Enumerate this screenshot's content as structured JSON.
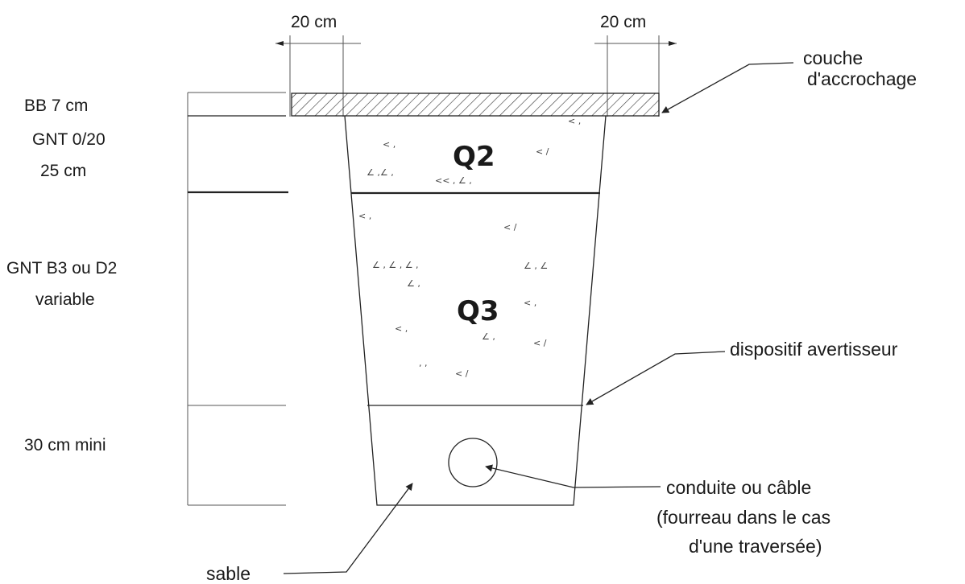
{
  "dimensions": {
    "left_width": "20 cm",
    "right_width": "20 cm"
  },
  "layers_left": {
    "surface": "BB 7 cm",
    "base_line1": "GNT 0/20",
    "base_line2": "25 cm",
    "fill_line1": "GNT B3 ou D2",
    "fill_line2": "variable",
    "bedding": "30 cm mini"
  },
  "zones": {
    "upper": "Q2",
    "lower": "Q3"
  },
  "callouts": {
    "tack_coat_line1": "couche",
    "tack_coat_line2": "d'accrochage",
    "warning_device": "dispositif avertisseur",
    "pipe_line1": "conduite ou câble",
    "pipe_line2": "(fourreau dans le cas",
    "pipe_line3": "d'une traversée)",
    "sand": "sable"
  },
  "colors": {
    "line": "#222222",
    "text": "#1a1a1a",
    "background": "#ffffff"
  }
}
